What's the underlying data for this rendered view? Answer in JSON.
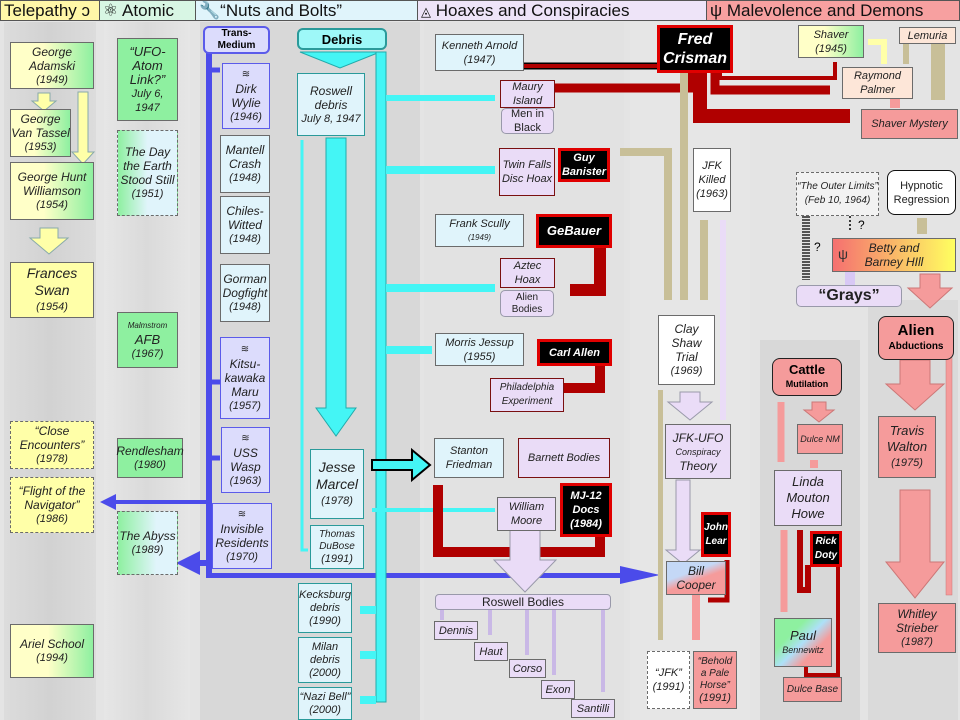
{
  "headers": [
    {
      "label": "Telepathy",
      "icon": "telepathy-icon",
      "color": "#fff7a8"
    },
    {
      "label": "Atomic",
      "icon": "atom-icon",
      "color": "#d8f6e4"
    },
    {
      "label": "“Nuts and Bolts”",
      "icon": "bolt-icon",
      "color": "#e0f4fb"
    },
    {
      "label": "Hoaxes and Conspiracies",
      "icon": "eye-pyramid-icon",
      "color": "#eee4f8"
    },
    {
      "label": "Malevolence and Demons",
      "icon": "trident-icon",
      "color": "#f7a0a0"
    }
  ],
  "telepathy": {
    "adamski": {
      "name": "George Adamski",
      "year": "(1949)"
    },
    "vantassel": {
      "name": "George Van Tassel",
      "year": "(1953)"
    },
    "williamson": {
      "name": "George Hunt Williamson",
      "year": "(1954)"
    },
    "swan": {
      "name": "Frances Swan",
      "year": "(1954)"
    },
    "close": {
      "name": "“Close Encounters”",
      "year": "(1978)"
    },
    "flight": {
      "name": "“Flight of the Navigator”",
      "year": "(1986)"
    },
    "ariel": {
      "name": "Ariel School",
      "year": "(1994)"
    }
  },
  "atomic": {
    "ufoatom": {
      "name": "“UFO-Atom Link?”",
      "year": "July 6, 1947"
    },
    "dayearth": {
      "name": "The Day the Earth Stood Still",
      "year": "(1951)"
    },
    "malmstrom": {
      "small": "Malmstrom",
      "name": "AFB",
      "year": "(1967)"
    },
    "rendlesham": {
      "name": "Rendlesham",
      "year": "(1980)"
    },
    "abyss": {
      "name": "The Abyss",
      "year": "(1989)"
    }
  },
  "transmedium": {
    "title": "Trans-Medium",
    "items": [
      {
        "name": "Dirk Wylie",
        "year": "(1946)"
      },
      {
        "name": "Mantell Crash",
        "year": "(1948)"
      },
      {
        "name": "Chiles-Witted",
        "year": "(1948)"
      },
      {
        "name": "Gorman Dogfight",
        "year": "(1948)"
      },
      {
        "name": "Kitsu-kawaka Maru",
        "year": "(1957)"
      },
      {
        "name": "USS Wasp",
        "year": "(1963)"
      },
      {
        "name": "Invisible Residents",
        "year": "(1970)"
      }
    ]
  },
  "debris": {
    "title": "Debris",
    "roswell": {
      "name": "Roswell debris",
      "year": "July 8, 1947"
    },
    "marcel": {
      "name": "Jesse Marcel",
      "year": "(1978)"
    },
    "dubose": {
      "name": "Thomas DuBose",
      "year": "(1991)"
    },
    "kecksburg": {
      "name": "Kecksburg debris",
      "year": "(1990)"
    },
    "milan": {
      "name": "Milan debris",
      "year": "(2000)"
    },
    "nazibell": {
      "name": "“Nazi Bell”",
      "year": "(2000)"
    }
  },
  "hoaxes": {
    "arnold": {
      "name": "Kenneth Arnold",
      "year": "(1947)"
    },
    "maury": "Maury Island",
    "mib": "Men in Black",
    "twinfalls": "Twin Falls Disc Hoax",
    "banister": "Guy Banister",
    "scully": {
      "name": "Frank Scully",
      "year": "(1949)"
    },
    "gebauer": "GeBauer",
    "aztec": "Aztec Hoax",
    "alienbodies": "Alien Bodies",
    "jessup": {
      "name": "Morris Jessup",
      "year": "(1955)"
    },
    "carlallen": "Carl Allen",
    "philadelphia": "Philadelphia Experiment",
    "friedman": "Stanton Friedman",
    "barnett": "Barnett Bodies",
    "moore": "William Moore",
    "mj12": {
      "name": "MJ-12 Docs",
      "year": "(1984)"
    },
    "roswellbodies": "Roswell Bodies",
    "witnesses": [
      "Dennis",
      "Haut",
      "Corso",
      "Exon",
      "Santilli"
    ]
  },
  "jfk": {
    "crisman": "Fred Crisman",
    "killed": {
      "name": "JFK Killed",
      "year": "(1963)"
    },
    "clayshaw": {
      "name": "Clay Shaw Trial",
      "year": "(1969)"
    },
    "theory": {
      "line1": "JFK-UFO",
      "line2": "Conspiracy",
      "line3": "Theory"
    },
    "lear": "John Lear",
    "cooper": "Bill Cooper",
    "jfkfilm": {
      "name": "“JFK”",
      "year": "(1991)"
    },
    "palehorse": {
      "name": "“Behold a Pale Horse”",
      "year": "(1991)"
    }
  },
  "demons": {
    "shaver": {
      "name": "Shaver",
      "year": "(1945)"
    },
    "lemuria": "Lemuria",
    "palmer": "Raymond Palmer",
    "mystery": "Shaver Mystery",
    "outerlimits": {
      "name": "“The Outer Limits”",
      "year": "(Feb 10, 1964)"
    },
    "hypnotic": "Hypnotic Regression",
    "question": "?",
    "hill": "Betty and Barney HIll",
    "grays": "“Grays”",
    "abductions": {
      "big": "Alien",
      "small": "Abductions"
    },
    "cattle": {
      "big": "Cattle",
      "small": "Mutilation"
    },
    "dulcenm": "Dulce NM",
    "howe": "Linda Mouton Howe",
    "doty": "Rick Doty",
    "bennewitz": {
      "name": "Paul",
      "sub": "Bennewitz"
    },
    "dulcebase": "Dulce Base",
    "walton": {
      "name": "Travis Walton",
      "year": "(1975)"
    },
    "strieber": {
      "name": "Whitley Strieber",
      "year": "(1987)"
    }
  }
}
